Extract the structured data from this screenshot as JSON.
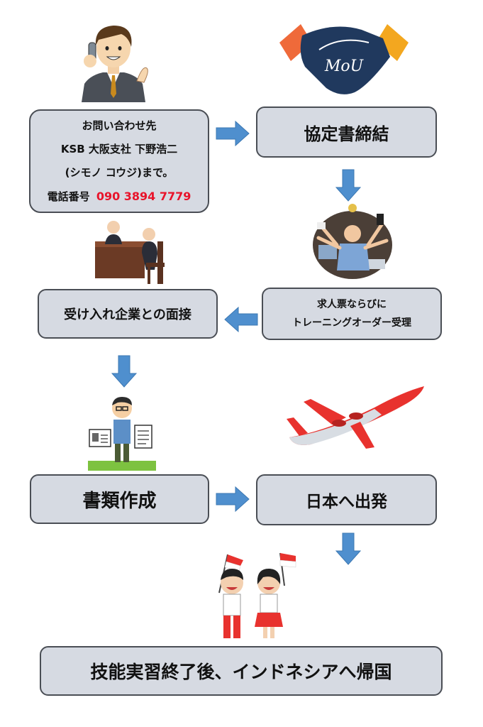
{
  "contact": {
    "line1": "お問い合わせ先",
    "line2": "KSB 大阪支社 下野浩二",
    "line3": "(シモノ コウジ)まで。",
    "phone_label": "電話番号",
    "phone_number": "090 3894 7779"
  },
  "steps": {
    "agreement": "協定書締結",
    "orders_line1": "求人票ならびに",
    "orders_line2": "トレーニングオーダー受理",
    "interview": "受け入れ企業との面接",
    "documents": "書類作成",
    "departure": "日本へ出発",
    "return": "技能実習終了後、インドネシアへ帰国"
  },
  "handshake_logo": "MoU",
  "colors": {
    "box_fill": "#d6dae2",
    "box_border": "#4a4e55",
    "arrow": "#4f8fce",
    "phone": "#e8142b"
  }
}
